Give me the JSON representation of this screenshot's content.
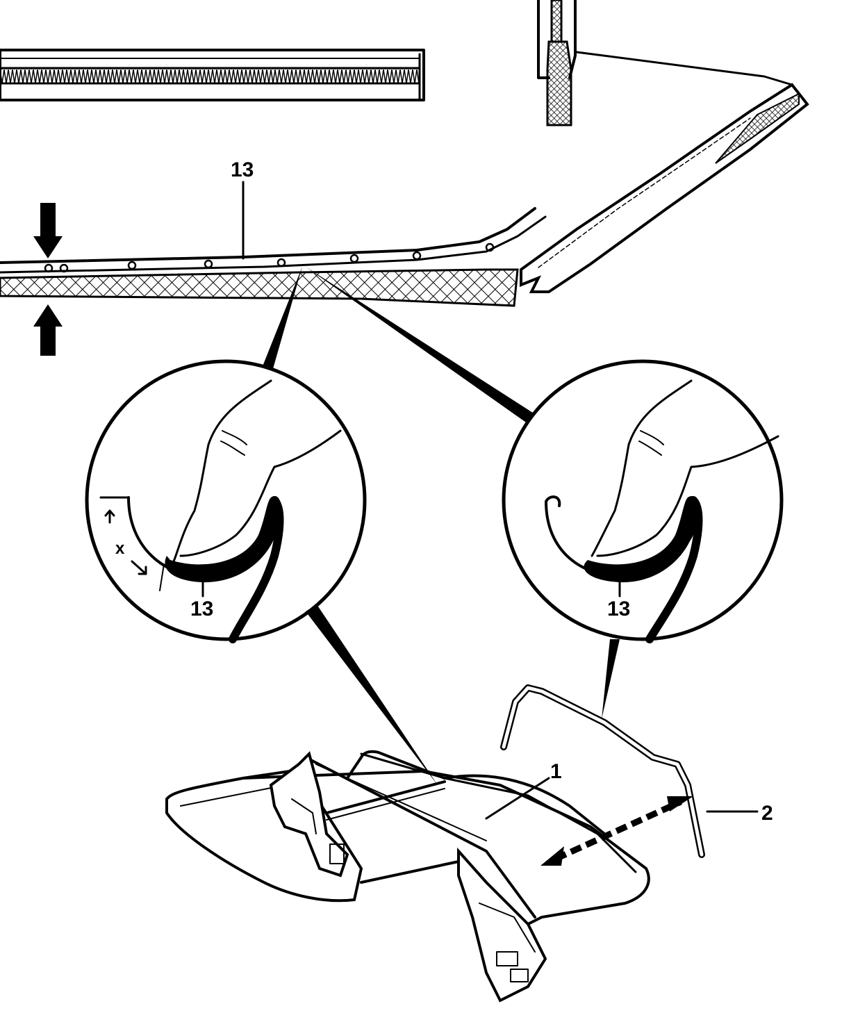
{
  "callouts": {
    "seal_label_top": "13",
    "seal_label_left_detail": "13",
    "seal_label_right_detail": "13",
    "dimension_x": "x",
    "frame_label": "1",
    "seal_strip_label": "2"
  },
  "colors": {
    "ink": "#000000",
    "paper": "#ffffff"
  }
}
